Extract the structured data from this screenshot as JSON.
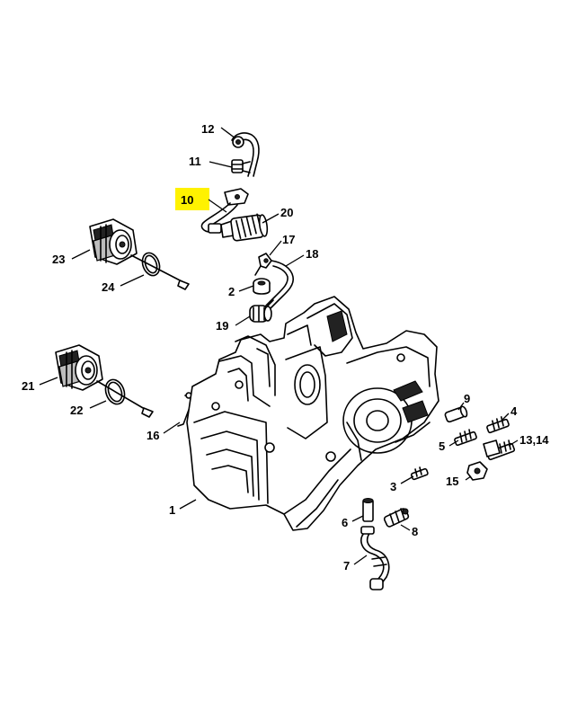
{
  "highlight_color": "#FFF200",
  "highlighted_callout": "10",
  "callouts": [
    {
      "id": "c12",
      "label": "12"
    },
    {
      "id": "c11",
      "label": "11"
    },
    {
      "id": "c10",
      "label": "10"
    },
    {
      "id": "c20",
      "label": "20"
    },
    {
      "id": "c17",
      "label": "17"
    },
    {
      "id": "c18",
      "label": "18"
    },
    {
      "id": "c23",
      "label": "23"
    },
    {
      "id": "c24",
      "label": "24"
    },
    {
      "id": "c2",
      "label": "2"
    },
    {
      "id": "c19",
      "label": "19"
    },
    {
      "id": "c21",
      "label": "21"
    },
    {
      "id": "c22",
      "label": "22"
    },
    {
      "id": "c16",
      "label": "16"
    },
    {
      "id": "c9",
      "label": "9"
    },
    {
      "id": "c4",
      "label": "4"
    },
    {
      "id": "c5",
      "label": "5"
    },
    {
      "id": "c13_14",
      "label": "13,14"
    },
    {
      "id": "c15",
      "label": "15"
    },
    {
      "id": "c3",
      "label": "3"
    },
    {
      "id": "c1",
      "label": "1"
    },
    {
      "id": "c6",
      "label": "6"
    },
    {
      "id": "c8",
      "label": "8"
    },
    {
      "id": "c7",
      "label": "7"
    }
  ]
}
